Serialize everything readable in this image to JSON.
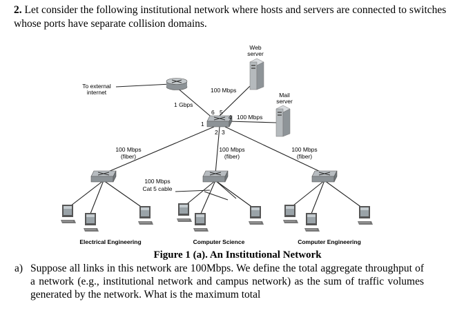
{
  "question": {
    "number": "2.",
    "text": "Let consider the following institutional network where hosts and servers are connected to switches whose ports have separate collision domains."
  },
  "diagram": {
    "external_label_line1": "To external",
    "external_label_line2": "internet",
    "web_server_line1": "Web",
    "web_server_line2": "server",
    "mail_server_line1": "Mail",
    "mail_server_line2": "server",
    "link_router_switch": "1 Gbps",
    "link_web_server": "100 Mbps",
    "link_mail_server": "100 Mbps",
    "link_left_line1": "100 Mbps",
    "link_left_line2": "(fiber)",
    "link_center_line1": "100 Mbps",
    "link_center_line2": "(fiber)",
    "link_right_line1": "100 Mbps",
    "link_right_line2": "(fiber)",
    "cat5_line1": "100 Mbps",
    "cat5_line2": "Cat 5 cable",
    "ports": [
      "1",
      "2",
      "3",
      "4",
      "5",
      "6"
    ],
    "dept_left": "Electrical Engineering",
    "dept_center": "Computer Science",
    "dept_right": "Computer Engineering"
  },
  "caption": "Figure 1 (a). An Institutional Network",
  "part_a": {
    "marker": "a)",
    "text": "Suppose all links in this network are 100Mbps. We define the total aggregate throughput of a network (e.g., institutional network and campus network) as the sum of traffic volumes generated by the network. What is the maximum total"
  }
}
